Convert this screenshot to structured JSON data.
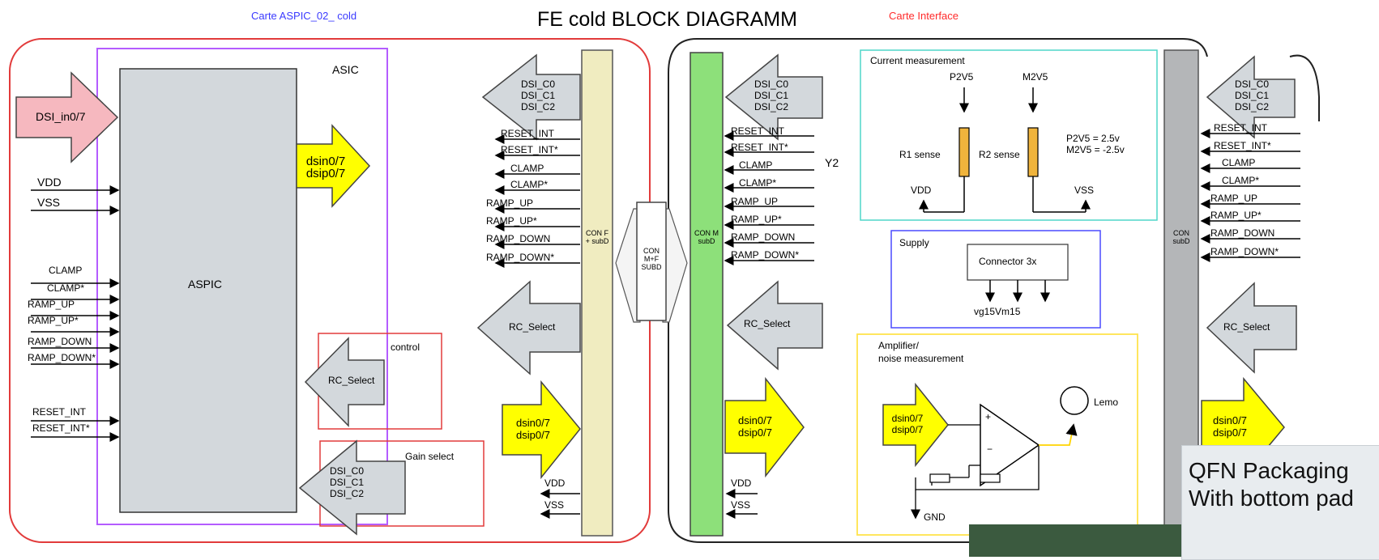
{
  "title": "FE cold BLOCK DIAGRAMM",
  "captions": {
    "aspic_board": "Carte ASPIC_02_ cold",
    "interface_board": "Carte Interface"
  },
  "aspic": {
    "asic_label": "ASIC",
    "chip_label": "ASPIC",
    "input_arrow": "DSI_in0/7",
    "left_signals": [
      "VDD",
      "VSS",
      "CLAMP",
      "CLAMP*",
      "RAMP_UP",
      "RAMP_UP*",
      "RAMP_DOWN",
      "RAMP_DOWN*",
      "RESET_INT",
      "RESET_INT*"
    ],
    "output_arrow": [
      "dsin0/7",
      "dsip0/7"
    ],
    "control_box": "control",
    "control_arrow": "RC_Select",
    "gain_box": "Gain select",
    "gain_arrow": [
      "DSI_C0",
      "DSI_C1",
      "DSI_C2"
    ]
  },
  "mid": {
    "dsi_arrow": [
      "DSI_C0",
      "DSI_C1",
      "DSI_C2"
    ],
    "signals": [
      "RESET_INT",
      "RESET_INT*",
      "CLAMP",
      "CLAMP*",
      "RAMP_UP",
      "RAMP_UP*",
      "RAMP_DOWN",
      "RAMP_DOWN*"
    ],
    "rc_arrow": "RC_Select",
    "dsin_arrow": [
      "dsin0/7",
      "dsip0/7"
    ],
    "power": [
      "VDD",
      "VSS"
    ],
    "conn_label": [
      "CON F",
      "+ subD"
    ],
    "center_conn": [
      "CON",
      "M+F",
      "SUBD"
    ]
  },
  "interface": {
    "conn_label": [
      "CON M",
      "subD"
    ],
    "dsi_arrow": [
      "DSI_C0",
      "DSI_C1",
      "DSI_C2"
    ],
    "signals": [
      "RESET_INT",
      "RESET_INT*",
      "CLAMP",
      "CLAMP*",
      "RAMP_UP",
      "RAMP_UP*",
      "RAMP_DOWN",
      "RAMP_DOWN*"
    ],
    "y2": "Y2",
    "rc_arrow": "RC_Select",
    "dsin_arrow": [
      "dsin0/7",
      "dsip0/7"
    ],
    "power": [
      "VDD",
      "VSS"
    ],
    "current": {
      "title": "Current measurement",
      "p_label": "P2V5",
      "m_label": "M2V5",
      "r1": "R1 sense",
      "r2": "R2 sense",
      "eq1": "P2V5 = 2.5v",
      "eq2": "M2V5 = -2.5v",
      "vdd": "VDD",
      "vss": "VSS"
    },
    "supply": {
      "title": "Supply",
      "connector": "Connector 3x",
      "rails": "vg15Vm15"
    },
    "amplifier": {
      "title1": "Amplifier/",
      "title2": "noise measurement",
      "input": [
        "dsin0/7",
        "dsip0/7"
      ],
      "lemo": "Lemo",
      "gnd": "GND"
    }
  },
  "right": {
    "conn_label": [
      "CON",
      "subD"
    ],
    "dsi_arrow": [
      "DSI_C0",
      "DSI_C1",
      "DSI_C2"
    ],
    "signals": [
      "RESET_INT",
      "RESET_INT*",
      "CLAMP",
      "CLAMP*",
      "RAMP_UP",
      "RAMP_UP*",
      "RAMP_DOWN",
      "RAMP_DOWN*"
    ],
    "rc_arrow": "RC_Select",
    "dsin_arrow": [
      "dsin0/7",
      "dsip0/7"
    ]
  },
  "qfn": {
    "line1": "QFN Packaging",
    "line2": "With bottom pad"
  }
}
